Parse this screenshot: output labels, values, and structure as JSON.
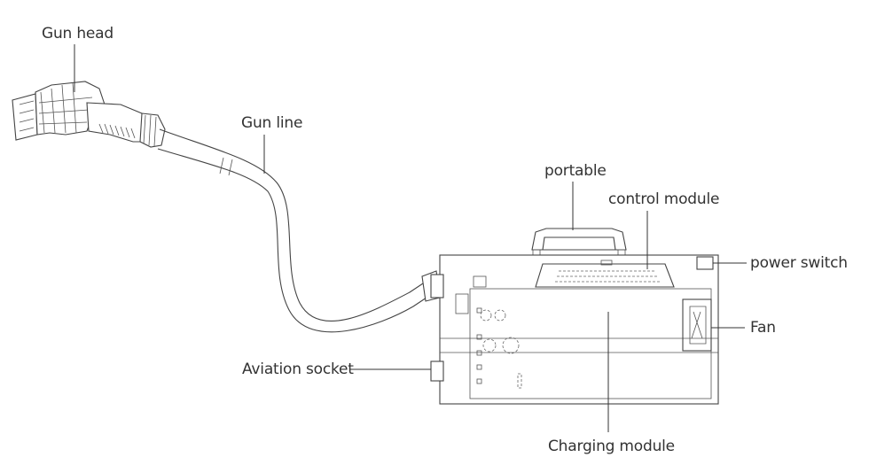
{
  "labels": {
    "gun_head": "Gun head",
    "gun_line": "Gun line",
    "portable": "portable",
    "control_module": "control module",
    "power_switch": "power switch",
    "fan": "Fan",
    "aviation_socket": "Aviation socket",
    "charging_module": "Charging module"
  },
  "colors": {
    "line": "#444444",
    "text": "#333333",
    "background": "#ffffff"
  }
}
